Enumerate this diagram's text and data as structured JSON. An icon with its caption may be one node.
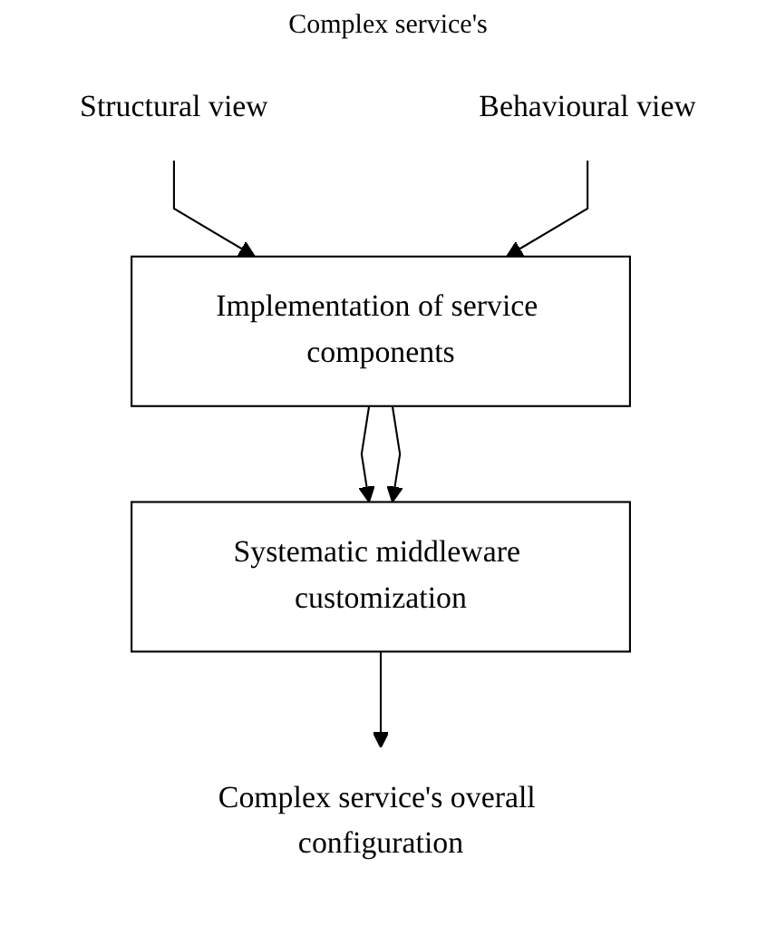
{
  "diagram": {
    "nodes": [
      {
        "text": [
          "Structural view"
        ]
      },
      {
        "text": [
          "Behavioural view"
        ]
      },
      {
        "text": [
          "Implementation of service components"
        ]
      },
      {
        "text": [
          "Systematic middleware customization"
        ]
      },
      {
        "text": [
          "Complex service's overall configuration"
        ]
      }
    ],
    "edges": [
      {
        "from": 0,
        "to": 2,
        "arrow": "to"
      },
      {
        "from": 1,
        "to": 2,
        "arrow": "to"
      },
      {
        "from": 2,
        "to": 3,
        "arrow": "to"
      },
      {
        "from": 2,
        "to": 3,
        "arrow": "to"
      },
      {
        "from": 3,
        "to": 4,
        "arrow": "to"
      }
    ],
    "labels": [
      "Complex service's"
    ]
  }
}
